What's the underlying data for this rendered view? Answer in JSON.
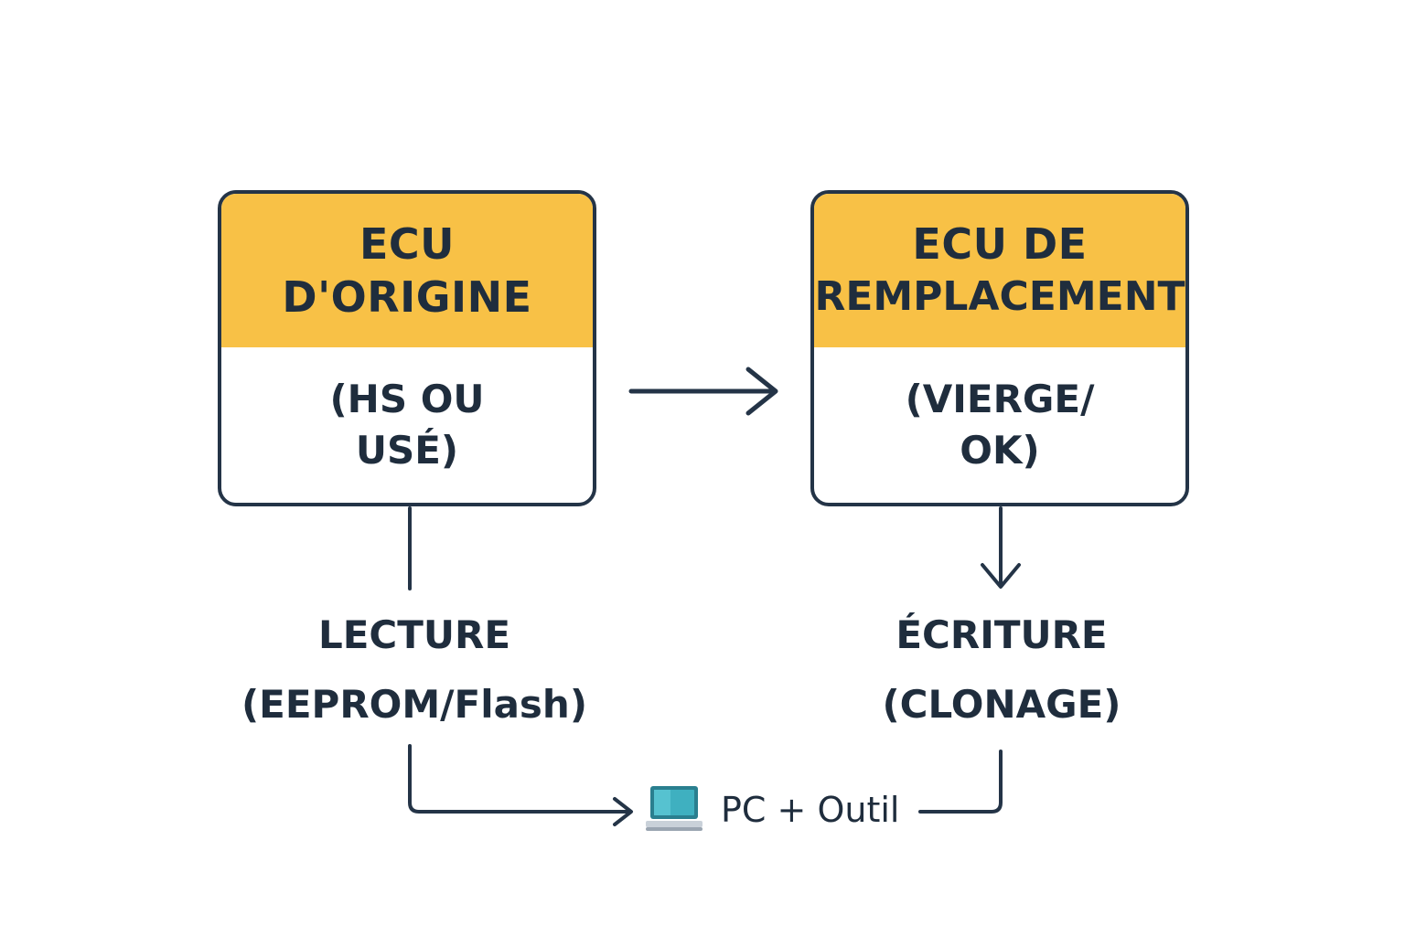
{
  "colors": {
    "accent": "#f8c146",
    "stroke": "#243447",
    "text": "#1f2d3d",
    "laptop_screen": "#3fb0c0",
    "laptop_base": "#c9d1d9"
  },
  "source_ecu": {
    "title_lines": [
      "ECU",
      "D'ORIGINE"
    ],
    "status_lines": [
      "(HS OU",
      "USÉ)"
    ]
  },
  "target_ecu": {
    "title_lines": [
      "ECU DE",
      "REMPLACEMENT"
    ],
    "status_lines": [
      "(VIERGE/",
      "OK)"
    ]
  },
  "read_step": {
    "label": "LECTURE",
    "detail": "(EEPROM/Flash)"
  },
  "write_step": {
    "label": "ÉCRITURE",
    "detail": "(CLONAGE)"
  },
  "tool": {
    "icon": "laptop-icon",
    "label": "PC + Outil"
  }
}
